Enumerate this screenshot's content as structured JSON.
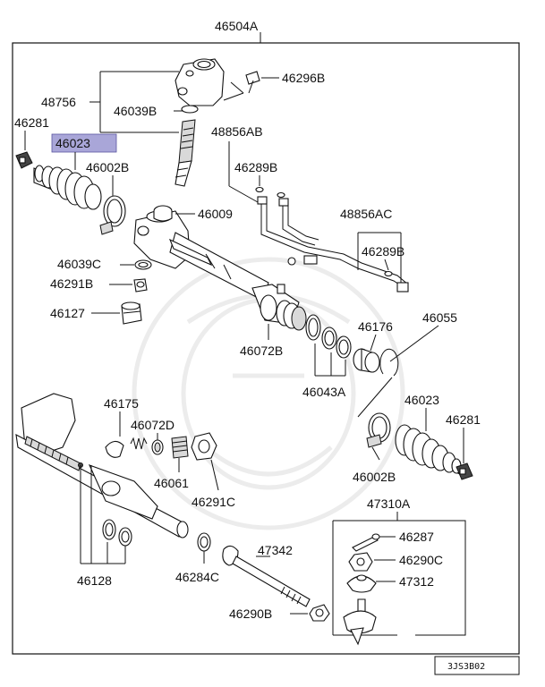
{
  "diagram": {
    "highlighted_part": "46023",
    "highlight_color": "#a9a6d8",
    "drawing_code": "3JS3B02",
    "callouts": {
      "rack_assembly": "46504A",
      "housing_bolt": "46296B",
      "pinion_valve_assy": "48756",
      "pinion_seal": "46039B",
      "bellows_left_tie_end": "46281",
      "bellows_left": "46023",
      "bellows_left_band": "46002B",
      "pipe_set_a": "48856AB",
      "pipe_a_oring": "46289B",
      "rack_bushing": "46009",
      "pipe_set_b": "48856AC",
      "pipe_b_oring": "46289B",
      "pinion_lower_seal": "46039C",
      "plug_bolt": "46291B",
      "cap_nut": "46127",
      "rack_seal": "46072B",
      "end_bushing": "46176",
      "circlip": "46055",
      "seal_kit": "46043A",
      "bellows_right": "46023",
      "bellows_right_tie_end": "46281",
      "bellows_right_band": "46002B",
      "yoke_plug": "46175",
      "yoke_seal": "46072D",
      "yoke_spring": "46061",
      "lock_nut": "46291C",
      "tie_rod_set": "47310A",
      "cotter_pin": "46287",
      "castle_nut": "46290C",
      "dust_cover": "47312",
      "inner_tie_rod": "47342",
      "rack_rings": "46128",
      "tie_rod_washer": "46284C",
      "tie_rod_nut": "46290B"
    }
  }
}
